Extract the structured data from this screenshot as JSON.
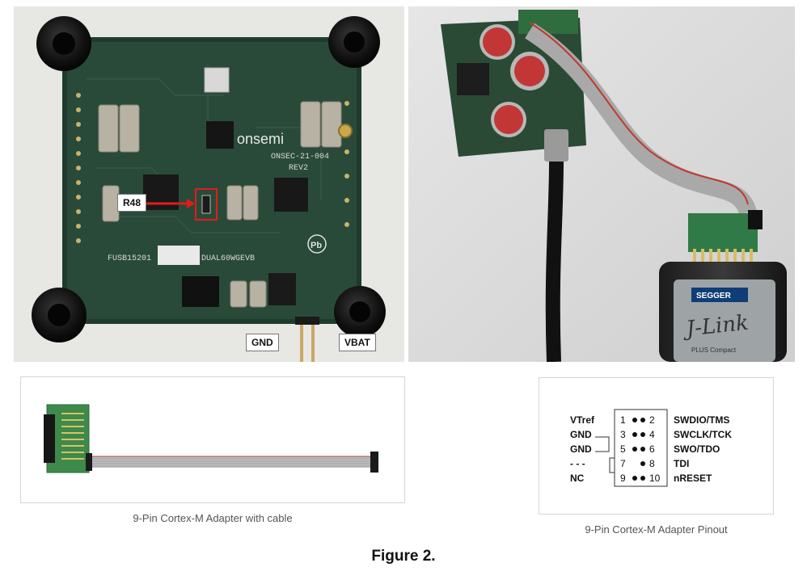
{
  "pcb_photo": {
    "labels": {
      "r48": "R48",
      "gnd": "GND",
      "vbat": "VBAT"
    },
    "silkscreen": {
      "brand": "onsemi",
      "board_id": "ONSEC-21-004",
      "rev": "REV2",
      "part_left": "FUSB15201",
      "part_right": "DUAL60WGEVB",
      "pb": "Pb"
    }
  },
  "jlink_photo": {
    "brand": "SEGGER",
    "logo_text": "J-Link",
    "sub_text": "PLUS Compact"
  },
  "cable_panel": {
    "caption": "9-Pin Cortex-M Adapter with cable"
  },
  "pinout_panel": {
    "caption": "9-Pin Cortex-M Adapter Pinout",
    "rows": [
      {
        "left_label": "VTref",
        "left_pin": "1",
        "right_pin": "2",
        "right_label": "SWDIO/TMS"
      },
      {
        "left_label": "GND",
        "left_pin": "3",
        "right_pin": "4",
        "right_label": "SWCLK/TCK"
      },
      {
        "left_label": "GND",
        "left_pin": "5",
        "right_pin": "6",
        "right_label": "SWO/TDO"
      },
      {
        "left_label": "- - -",
        "left_pin": "7",
        "right_pin": "8",
        "right_label": "TDI"
      },
      {
        "left_label": "NC",
        "left_pin": "9",
        "right_pin": "10",
        "right_label": "nRESET"
      }
    ]
  },
  "figure": {
    "caption": "Figure 2."
  }
}
